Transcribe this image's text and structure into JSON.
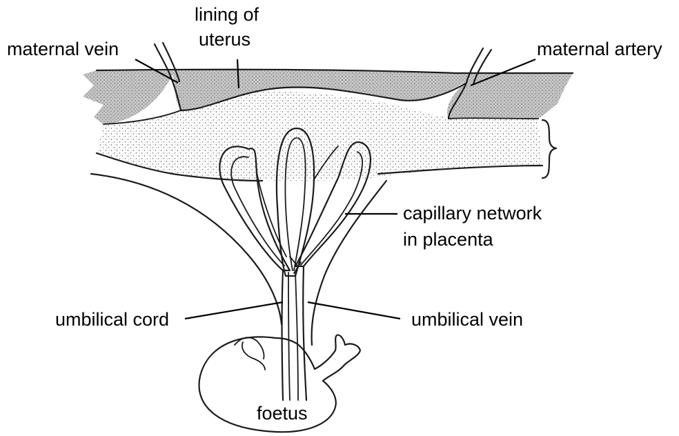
{
  "labels": {
    "lining_line1": "lining of",
    "lining_line2": "uterus",
    "maternal_vein": "maternal vein",
    "maternal_artery": "maternal artery",
    "capillary_line1": "capillary network",
    "capillary_line2": "in placenta",
    "umbilical_cord": "umbilical cord",
    "umbilical_vein": "umbilical vein",
    "foetus": "foetus"
  },
  "colors": {
    "uterus_lining_fill": "#b9b9b9",
    "placenta_fill": "#f2f2f2",
    "ink": "#1a1a1a"
  }
}
